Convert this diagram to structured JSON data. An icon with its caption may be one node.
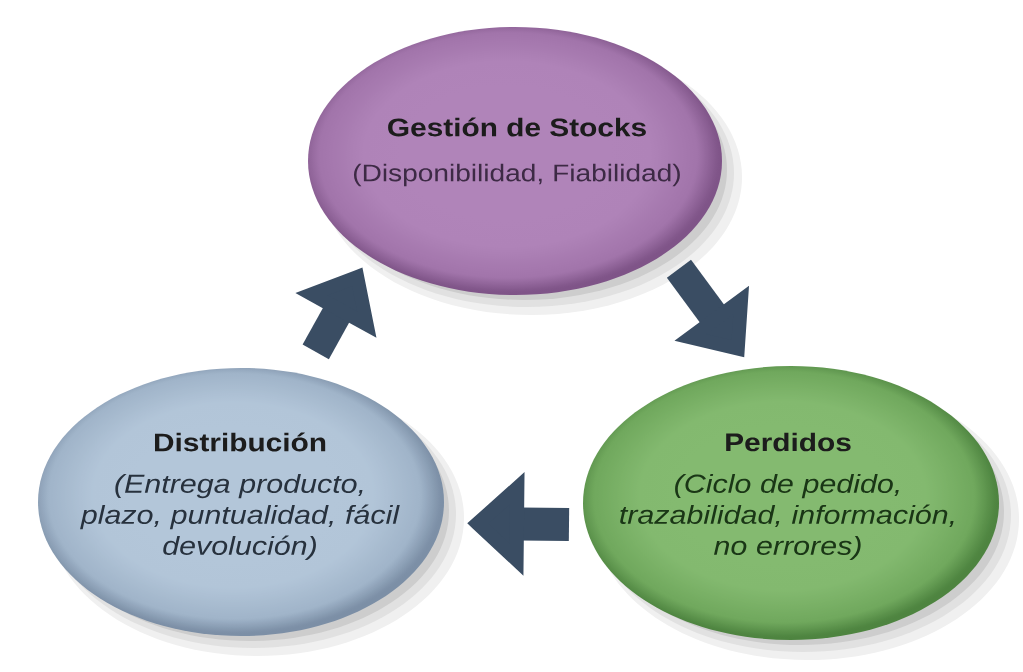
{
  "diagram": {
    "nodes": [
      {
        "text": [
          "Gestión de Stocks",
          "(Disponibilidad, Fiabilidad)"
        ]
      },
      {
        "text": [
          "Distribución",
          "(Entrega producto, plazo, puntualidad, fácil devolución)"
        ]
      },
      {
        "text": [
          "Perdidos",
          "(Ciclo de pedido, trazabilidad, información, no errores)"
        ]
      }
    ],
    "edges": [
      {
        "from": 1,
        "to": 0,
        "arrow": "to"
      },
      {
        "from": 0,
        "to": 2,
        "arrow": "to"
      },
      {
        "from": 2,
        "to": 1,
        "arrow": "to"
      }
    ]
  }
}
